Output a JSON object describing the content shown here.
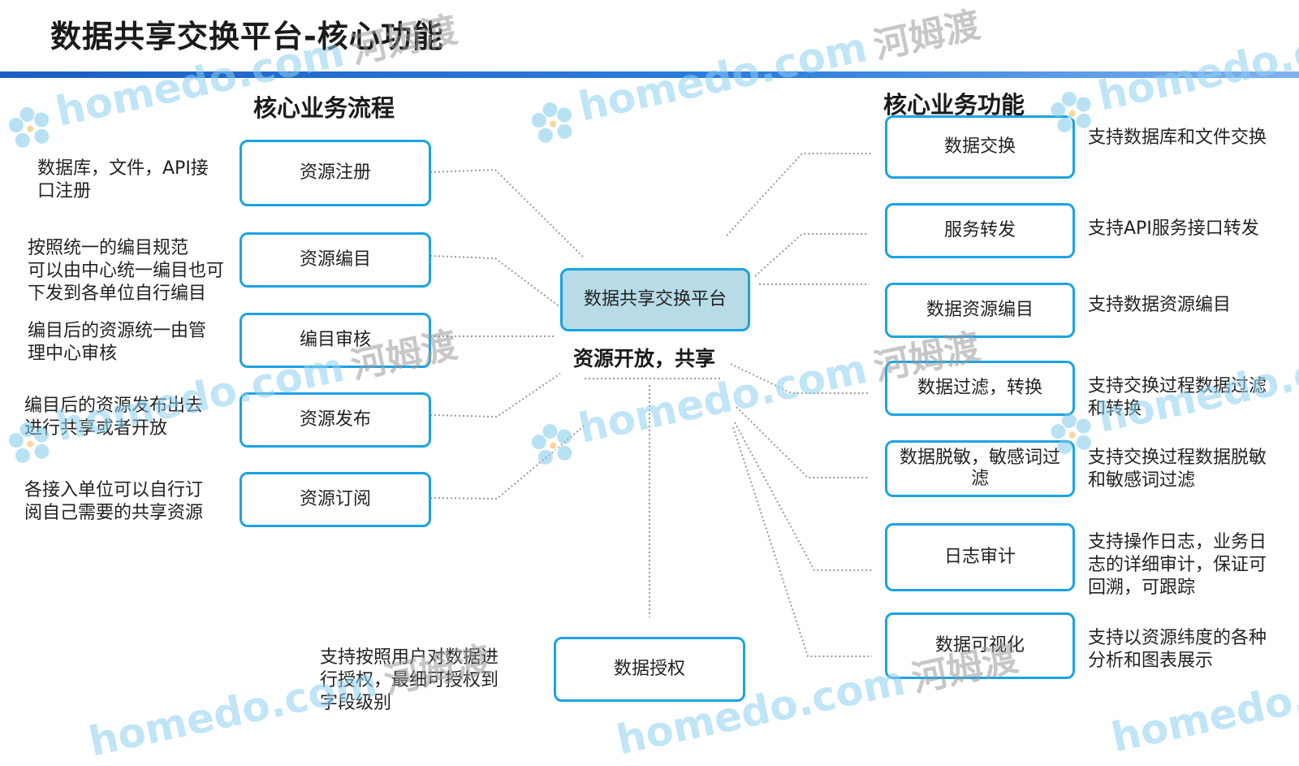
{
  "title": "数据共享交换平台-核心功能",
  "left_heading": "核心业务流程",
  "right_heading": "核心业务功能",
  "center": {
    "label": "数据共享交换平台",
    "sub": "资源开放，共享"
  },
  "left_boxes": [
    "资源注册",
    "资源编目",
    "编目审核",
    "资源发布",
    "资源订阅"
  ],
  "left_descs": [
    [
      "数据库，文件，API接",
      "口注册"
    ],
    [
      "按照统一的编目规范",
      "可以由中心统一编目也可",
      "下发到各单位自行编目"
    ],
    [
      "编目后的资源统一由管",
      "理中心审核"
    ],
    [
      "编目后的资源发布出去",
      "进行共享或者开放"
    ],
    [
      "各接入单位可以自行订",
      "阅自己需要的共享资源"
    ]
  ],
  "right_boxes": [
    "数据交换",
    "服务转发",
    "数据资源编目",
    "数据过滤，转换",
    "数据脱敏，敏感词过滤",
    "日志审计",
    "数据可视化"
  ],
  "right_descs": [
    [
      "支持数据库和文件交换"
    ],
    [
      "支持API服务接口转发"
    ],
    [
      "支持数据资源编目"
    ],
    [
      "支持交换过程数据过滤",
      "和转换"
    ],
    [
      "支持交换过程数据脱敏",
      "和敏感词过滤"
    ],
    [
      "支持操作日志，业务日",
      "志的详细审计，保证可",
      "回溯，可跟踪"
    ],
    [
      "支持以资源纬度的各种",
      "分析和图表展示"
    ]
  ],
  "bottom_box": "数据授权",
  "bottom_desc": [
    "支持按照用户对数据进",
    "行授权，最细可授权到",
    "字段级别"
  ],
  "watermark": {
    "text": "homedo.com",
    "cn": "河姆渡"
  },
  "colors": {
    "accent": "#1aa3e3",
    "center_fill": "#b7dce8",
    "bar": "#1b5fc4",
    "watermark": "#8ed1f0"
  }
}
